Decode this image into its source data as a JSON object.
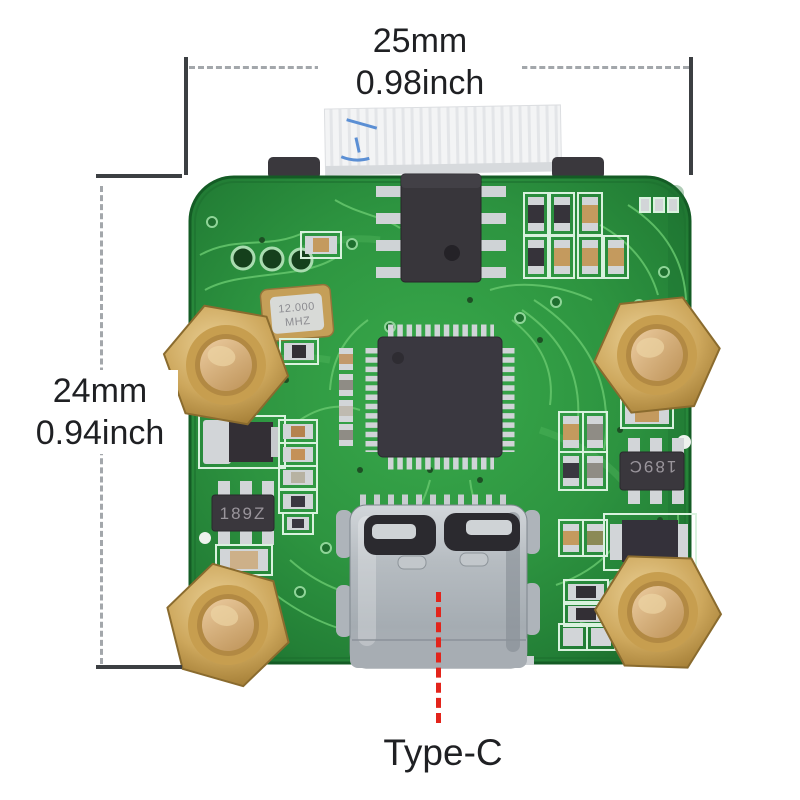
{
  "annotations": {
    "width_mm": "25mm",
    "width_inch": "0.98inch",
    "height_mm": "24mm",
    "height_inch": "0.94inch",
    "connector_label": "Type-C"
  },
  "pcb_markings": {
    "crystal_line1": "12.000",
    "crystal_line2": "MHZ",
    "regulator_left": "189Z",
    "regulator_right": "189C"
  },
  "colors": {
    "board_green": "#2d9440",
    "trace_green": "#66c76d",
    "brass": "#c9a455",
    "annotation_red": "#e3241b",
    "dimension_gray": "#a3a7ab",
    "tick_dark": "#3c3f42",
    "chip_black": "#3a3840",
    "connector_silver": "#b9bec4"
  }
}
